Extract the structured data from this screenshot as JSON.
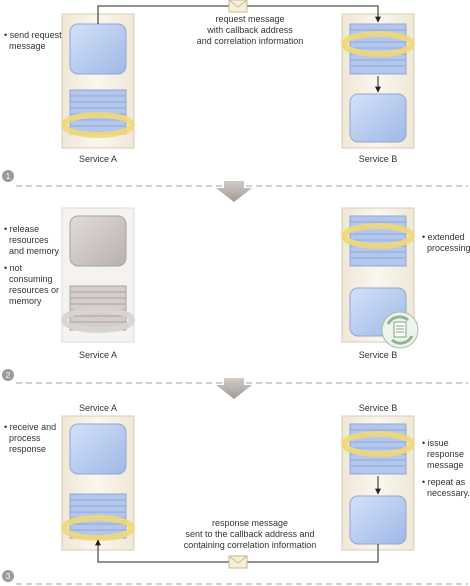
{
  "stage1": {
    "left_notes": [
      "• send request",
      "  message"
    ],
    "message": [
      "request message",
      "with callback address",
      "and correlation information"
    ],
    "service_a_label": "Service A",
    "service_b_label": "Service B",
    "step_number": "1"
  },
  "stage2": {
    "left_notes": [
      "• release",
      "  resources",
      "  and memory",
      "",
      "• not",
      "  consuming",
      "  resources or",
      "  memory"
    ],
    "right_notes": [
      "• extended",
      "  processing"
    ],
    "service_a_label": "Service A",
    "service_b_label": "Service B",
    "step_number": "2"
  },
  "stage3": {
    "left_notes": [
      "• receive and",
      "  process",
      "  response"
    ],
    "right_notes": [
      "• issue",
      "  response",
      "  message",
      "",
      "• repeat as",
      "  necessary..."
    ],
    "message": [
      "response message",
      "sent to the callback address and",
      "containing correlation information"
    ],
    "service_a_label": "Service A",
    "service_b_label": "Service B",
    "step_number": "3"
  },
  "colors": {
    "frame": "#f6f0e4",
    "frame_border": "#d8cdb6",
    "block_blue": "#b9cdf0",
    "stack_blue": "#a9bfe8",
    "block_gray": "#c9c2c0",
    "ring_yellow": "#f3df8c",
    "arrow_gray": "#b5aeab",
    "divider": "#a0a0a0"
  }
}
